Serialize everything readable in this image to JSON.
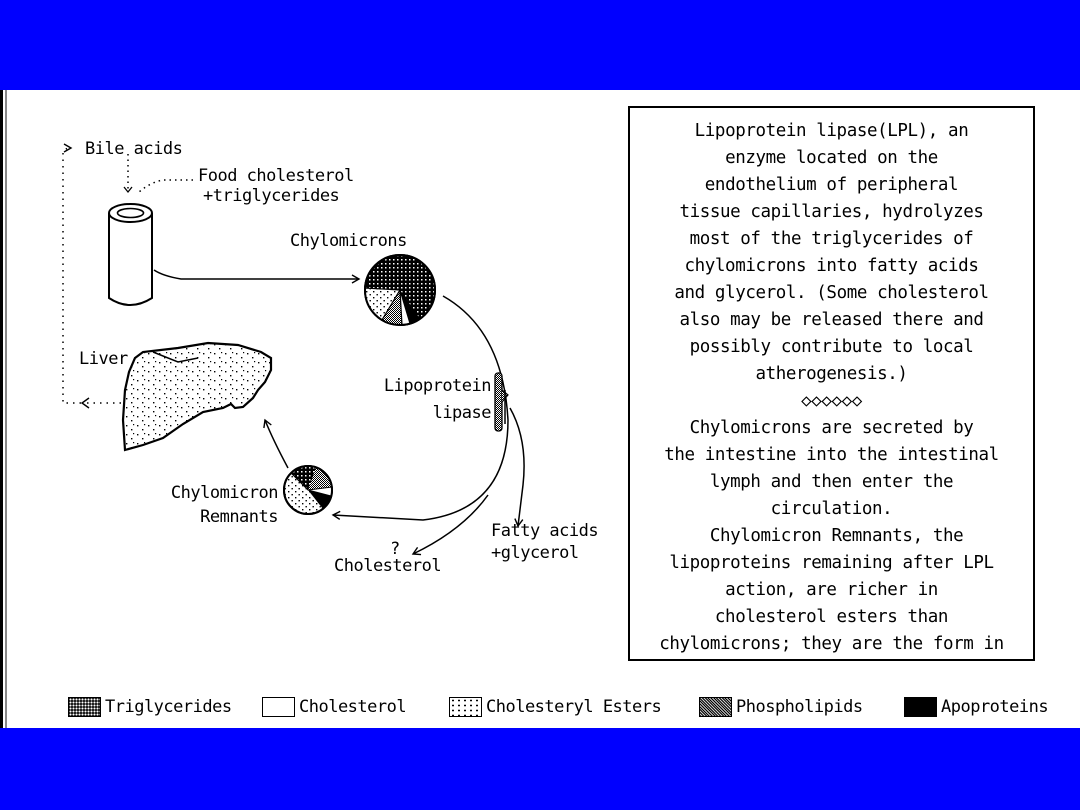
{
  "colors": {
    "frame_background": "#0000ff",
    "panel_background": "#ffffff",
    "ink": "#000000"
  },
  "diagram": {
    "labels": {
      "bile_acids": "Bile acids",
      "food_line1": "Food cholesterol",
      "food_line2": "+triglycerides",
      "chylomicrons": "Chylomicrons",
      "liver": "Liver",
      "lpl_line1": "Lipoprotein",
      "lpl_line2": "lipase",
      "remnants_line1": "Chylomicron",
      "remnants_line2": "Remnants",
      "question": "?",
      "cholesterol": "Cholesterol",
      "fatty_line1": "Fatty acids",
      "fatty_line2": "+glycerol"
    },
    "icons": [
      "intestine-cylinder-icon",
      "liver-icon",
      "chylomicron-pie-icon",
      "remnant-pie-icon",
      "lipase-enzyme-icon"
    ]
  },
  "textbox": {
    "lines": [
      "Lipoprotein lipase(LPL), an",
      "enzyme located on the",
      "endothelium of peripheral",
      "tissue capillaries, hydrolyzes",
      "most of the triglycerides of",
      "chylomicrons into fatty acids",
      "and glycerol. (Some cholesterol",
      "also may be released there and",
      "possibly contribute to local",
      "atherogenesis.)",
      "◇◇◇◇◇◇",
      "Chylomicrons are secreted by",
      "the intestine into the intestinal",
      "lymph and then enter the",
      "circulation.",
      " Chylomicron Remnants, the",
      "lipoproteins remaining after LPL",
      "action, are richer in",
      "cholesterol esters than",
      "chylomicrons; they are the form in"
    ]
  },
  "legend": {
    "items": [
      {
        "label": "Triglycerides",
        "pattern": "dense-dots-on-black"
      },
      {
        "label": "Cholesterol",
        "pattern": "white"
      },
      {
        "label": "Cholesteryl Esters",
        "pattern": "sparse-dots"
      },
      {
        "label": "Phospholipids",
        "pattern": "gray-checker"
      },
      {
        "label": "Apoproteins",
        "pattern": "solid-black"
      }
    ]
  }
}
